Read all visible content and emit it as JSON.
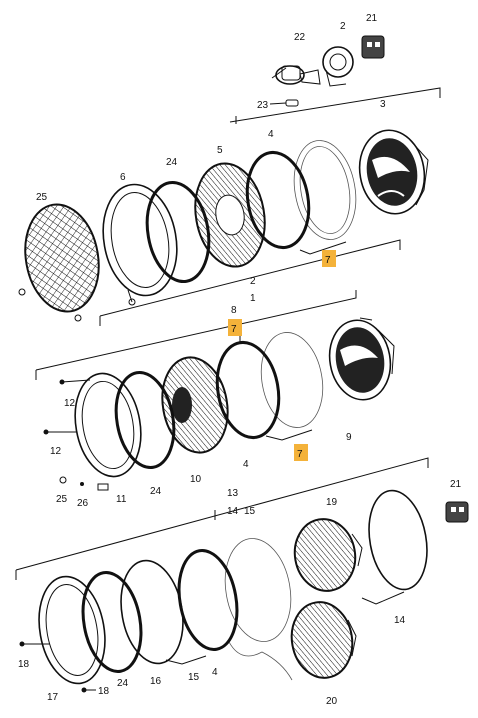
{
  "labels": {
    "l21a": "21",
    "l2a": "2",
    "l22": "22",
    "l23": "23",
    "l3": "3",
    "l4a": "4",
    "l5": "5",
    "l24a": "24",
    "l6": "6",
    "l25a": "25",
    "l7a": "7",
    "l2b": "2",
    "l1": "1",
    "l8": "8",
    "l7b": "7",
    "l12a": "12",
    "l12b": "12",
    "l24b": "24",
    "l10": "10",
    "l4b": "4",
    "l9": "9",
    "l7c": "7",
    "l25b": "25",
    "l26": "26",
    "l11": "11",
    "l13": "13",
    "l14a": "14",
    "l15a": "15",
    "l19": "19",
    "l21b": "21",
    "l14b": "14",
    "l18a": "18",
    "l17": "17",
    "l18b": "18",
    "l24c": "24",
    "l16": "16",
    "l15b": "15",
    "l4c": "4",
    "l20": "20"
  },
  "colors": {
    "highlight": "#f4b23a",
    "ink": "#111111"
  },
  "icons": [
    "headlight-assembly-diagram"
  ]
}
